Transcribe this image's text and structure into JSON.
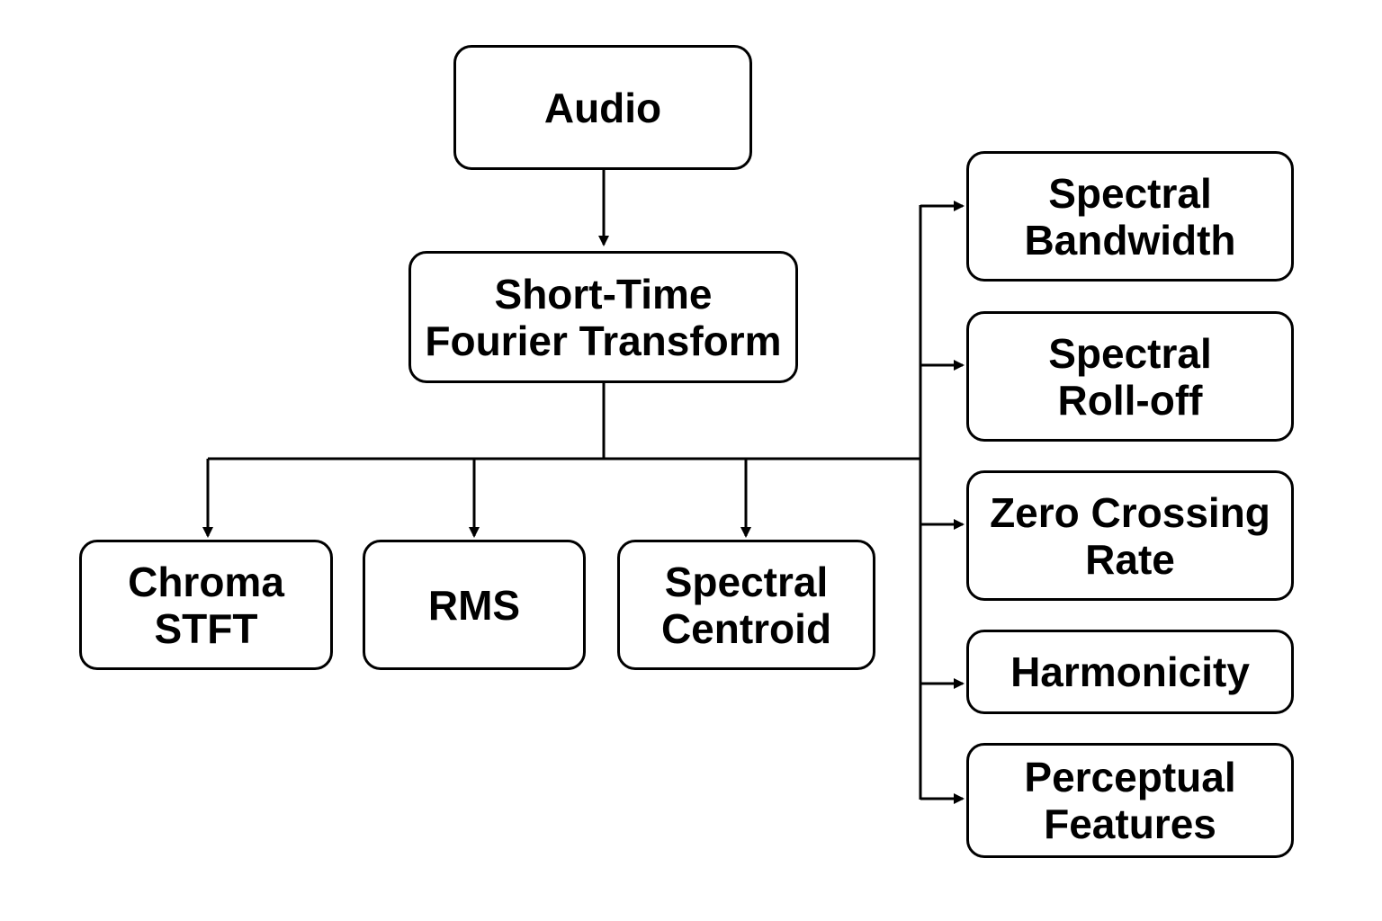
{
  "colors": {
    "stroke": "#000000",
    "background": "#ffffff",
    "text": "#000000"
  },
  "nodes": {
    "audio": {
      "lines": [
        "Audio"
      ]
    },
    "stft": {
      "lines": [
        "Short-Time",
        "Fourier Transform"
      ]
    },
    "chroma": {
      "lines": [
        "Chroma",
        "STFT"
      ]
    },
    "rms": {
      "lines": [
        "RMS"
      ]
    },
    "centroid": {
      "lines": [
        "Spectral",
        "Centroid"
      ]
    },
    "bandwidth": {
      "lines": [
        "Spectral",
        "Bandwidth"
      ]
    },
    "rolloff": {
      "lines": [
        "Spectral",
        "Roll-off"
      ]
    },
    "zcr": {
      "lines": [
        "Zero Crossing",
        "Rate"
      ]
    },
    "harmonicity": {
      "lines": [
        "Harmonicity"
      ]
    },
    "perceptual": {
      "lines": [
        "Perceptual",
        "Features"
      ]
    }
  },
  "edges": [
    {
      "from": "audio",
      "to": "stft"
    },
    {
      "from": "stft",
      "to": "chroma"
    },
    {
      "from": "stft",
      "to": "rms"
    },
    {
      "from": "stft",
      "to": "centroid"
    },
    {
      "from": "stft",
      "to": "bandwidth"
    },
    {
      "from": "stft",
      "to": "rolloff"
    },
    {
      "from": "stft",
      "to": "zcr"
    },
    {
      "from": "stft",
      "to": "harmonicity"
    },
    {
      "from": "stft",
      "to": "perceptual"
    }
  ]
}
